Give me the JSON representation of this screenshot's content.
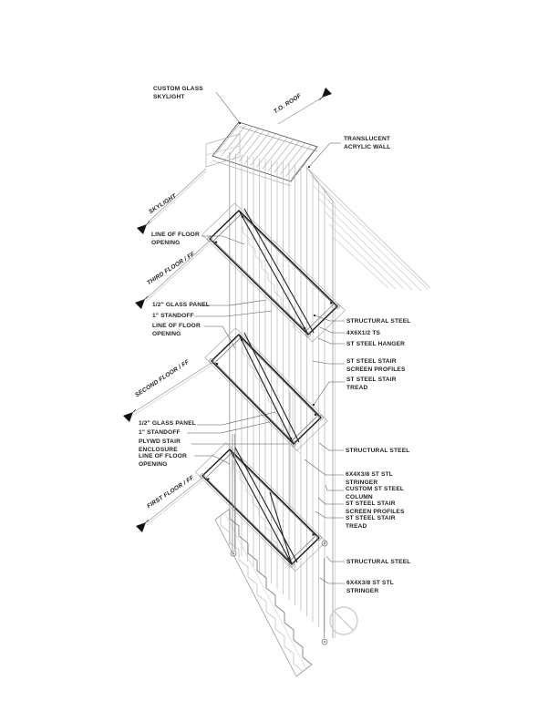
{
  "drawing": {
    "type": "axonometric-stair-detail",
    "labels": {
      "custom_glass_skylight": "CUSTOM GLASS\nSKYLIGHT",
      "to_roof": "T.O. ROOF",
      "translucent_acrylic_wall": "TRANSLUCENT\nACRYLIC WALL",
      "skylight": "SKYLIGHT",
      "line_of_floor_opening_3": "LINE OF FLOOR\nOPENING",
      "third_floor": "THIRD FLOOR / FF",
      "glass_panel_3": "1/2\" GLASS PANEL",
      "standoff_3": "1\" STANDOFF",
      "line_of_floor_opening_2": "LINE OF FLOOR\nOPENING",
      "second_floor": "SECOND FLOOR / FF",
      "structural_steel_1": "STRUCTURAL STEEL",
      "ts_4x6": "4X6X1/2 TS",
      "st_steel_hanger": "ST STEEL HANGER",
      "screen_profiles_1": "ST STEEL STAIR\nSCREEN PROFILES",
      "stair_tread_1": "ST STEEL STAIR\nTREAD",
      "glass_panel_1": "1/2\" GLASS PANEL",
      "standoff_1": "1\" STANDOFF",
      "plywd_enclosure": "PLYWD STAIR\nENCLOSURE",
      "line_of_floor_opening_1": "LINE OF FLOOR\nOPENING",
      "first_floor": "FIRST FLOOR / FF",
      "structural_steel_2": "STRUCTURAL STEEL",
      "stringer_1": "6X4X3/8 ST STL\nSTRINGER",
      "custom_column": "CUSTOM ST STEEL\nCOLUMN",
      "screen_profiles_2": "ST STEEL STAIR\nSCREEN PROFILES",
      "stair_tread_2": "ST STEEL STAIR\nTREAD",
      "structural_steel_3": "STRUCTURAL STEEL",
      "stringer_2": "6X4X3/8 ST STL\nSTRINGER"
    },
    "colors": {
      "background": "#ffffff",
      "line_dark": "#1a1a1a",
      "line_medium": "#8a8a8a",
      "line_light": "#bcbcbc",
      "leader": "#555555",
      "text": "#1f1f1f",
      "flag": "#111111",
      "ghost": "#cfcfcf"
    }
  }
}
